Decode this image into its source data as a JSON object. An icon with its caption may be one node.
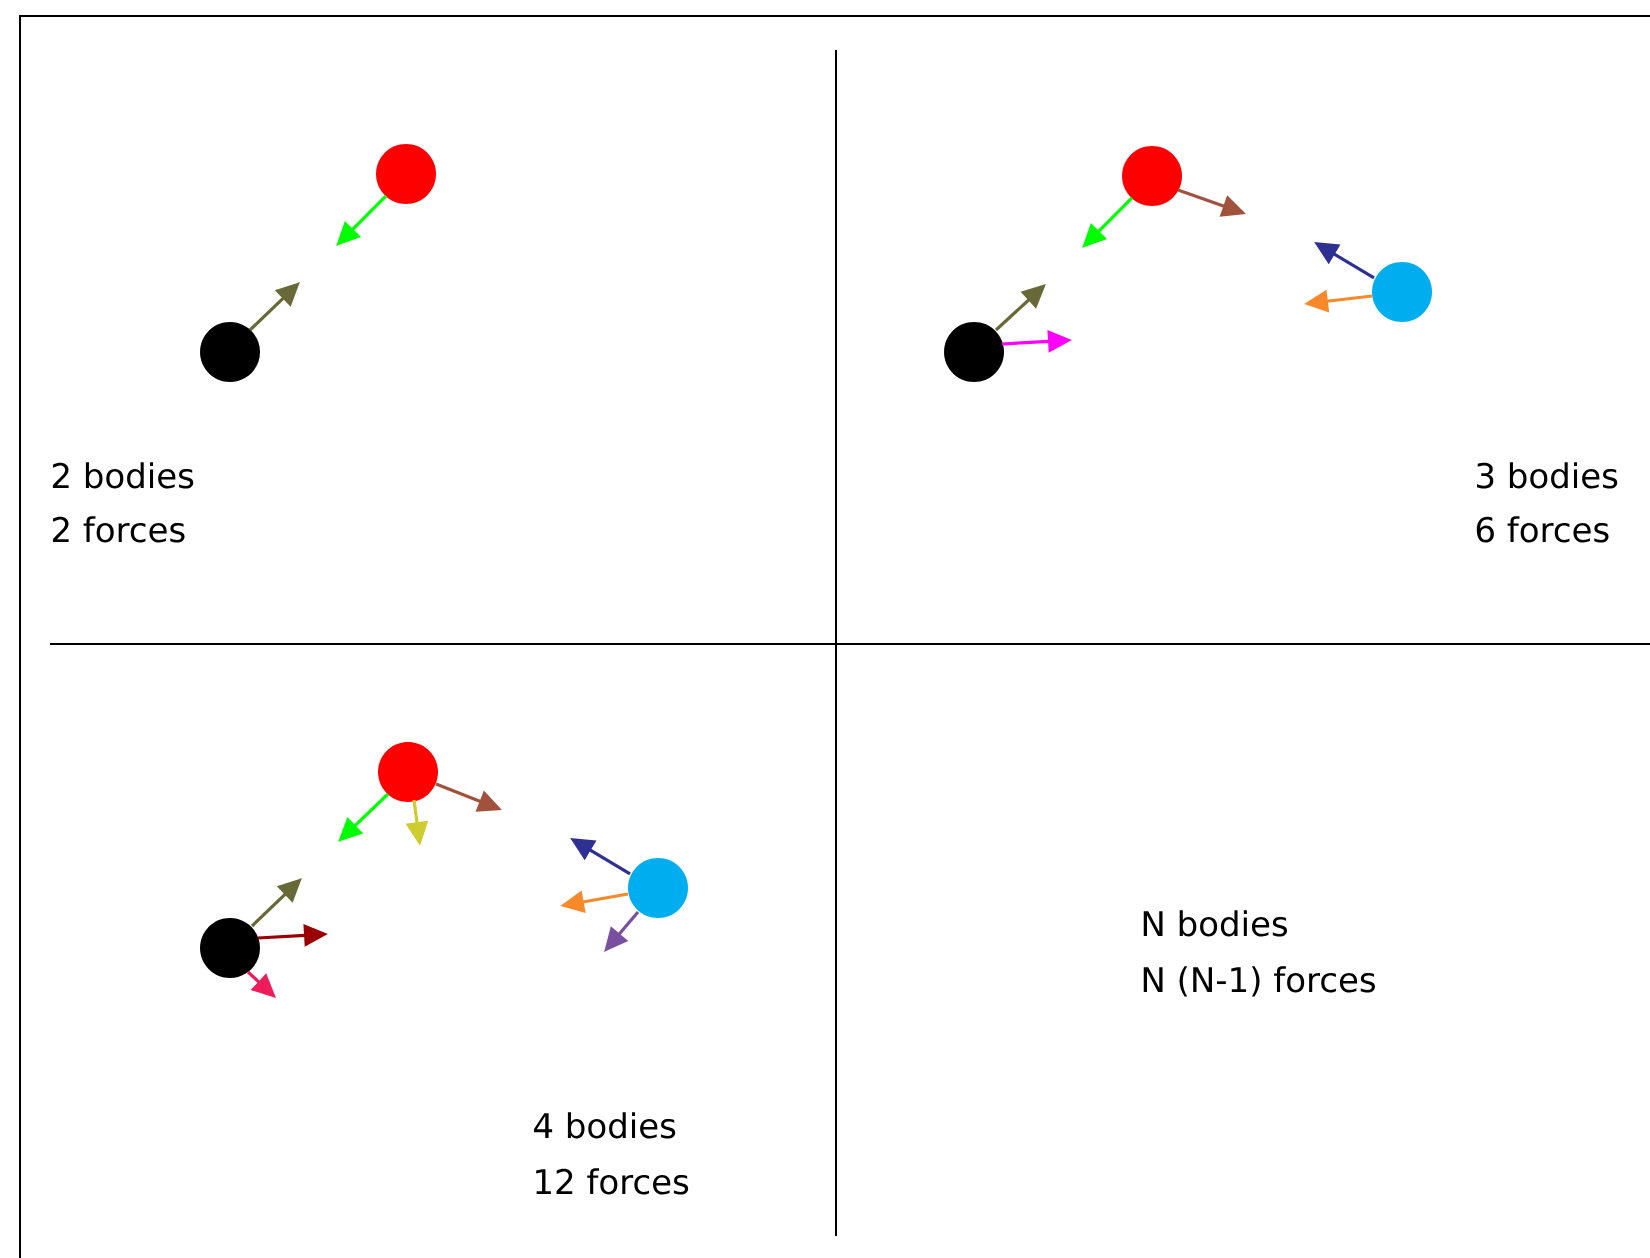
{
  "diagram": {
    "labels": [
      "2 bodies",
      "2 forces",
      "3 bodies",
      "6 forces",
      "N bodies",
      "N (N-1) forces",
      "4 bodies",
      "12 forces"
    ]
  }
}
